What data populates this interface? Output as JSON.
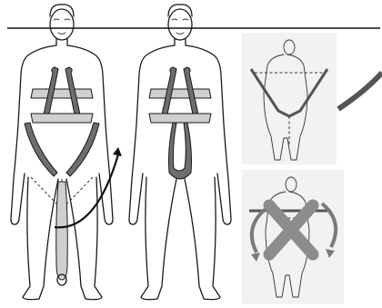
{
  "figure": {
    "panels": [
      {
        "id": "step-1",
        "description_name": "harness-with-leg-strap-hanging"
      },
      {
        "id": "step-2",
        "description_name": "harness-with-leg-strap-attached"
      },
      {
        "id": "inset-correct",
        "description_name": "correct-strap-routing"
      },
      {
        "id": "inset-incorrect",
        "description_name": "incorrect-strap-routing"
      }
    ],
    "colors": {
      "line": "#1a1a1a",
      "strap_dark": "#6e6e6e",
      "strap_light": "#cfcfcf",
      "cross_mark": "#8c8c8c",
      "rotation_arrow": "#7a7a7a",
      "inset_background": "#f2f2f2"
    },
    "icons": [
      "curved-arrow-icon",
      "cross-mark-icon",
      "rotation-arrows-icon"
    ]
  }
}
